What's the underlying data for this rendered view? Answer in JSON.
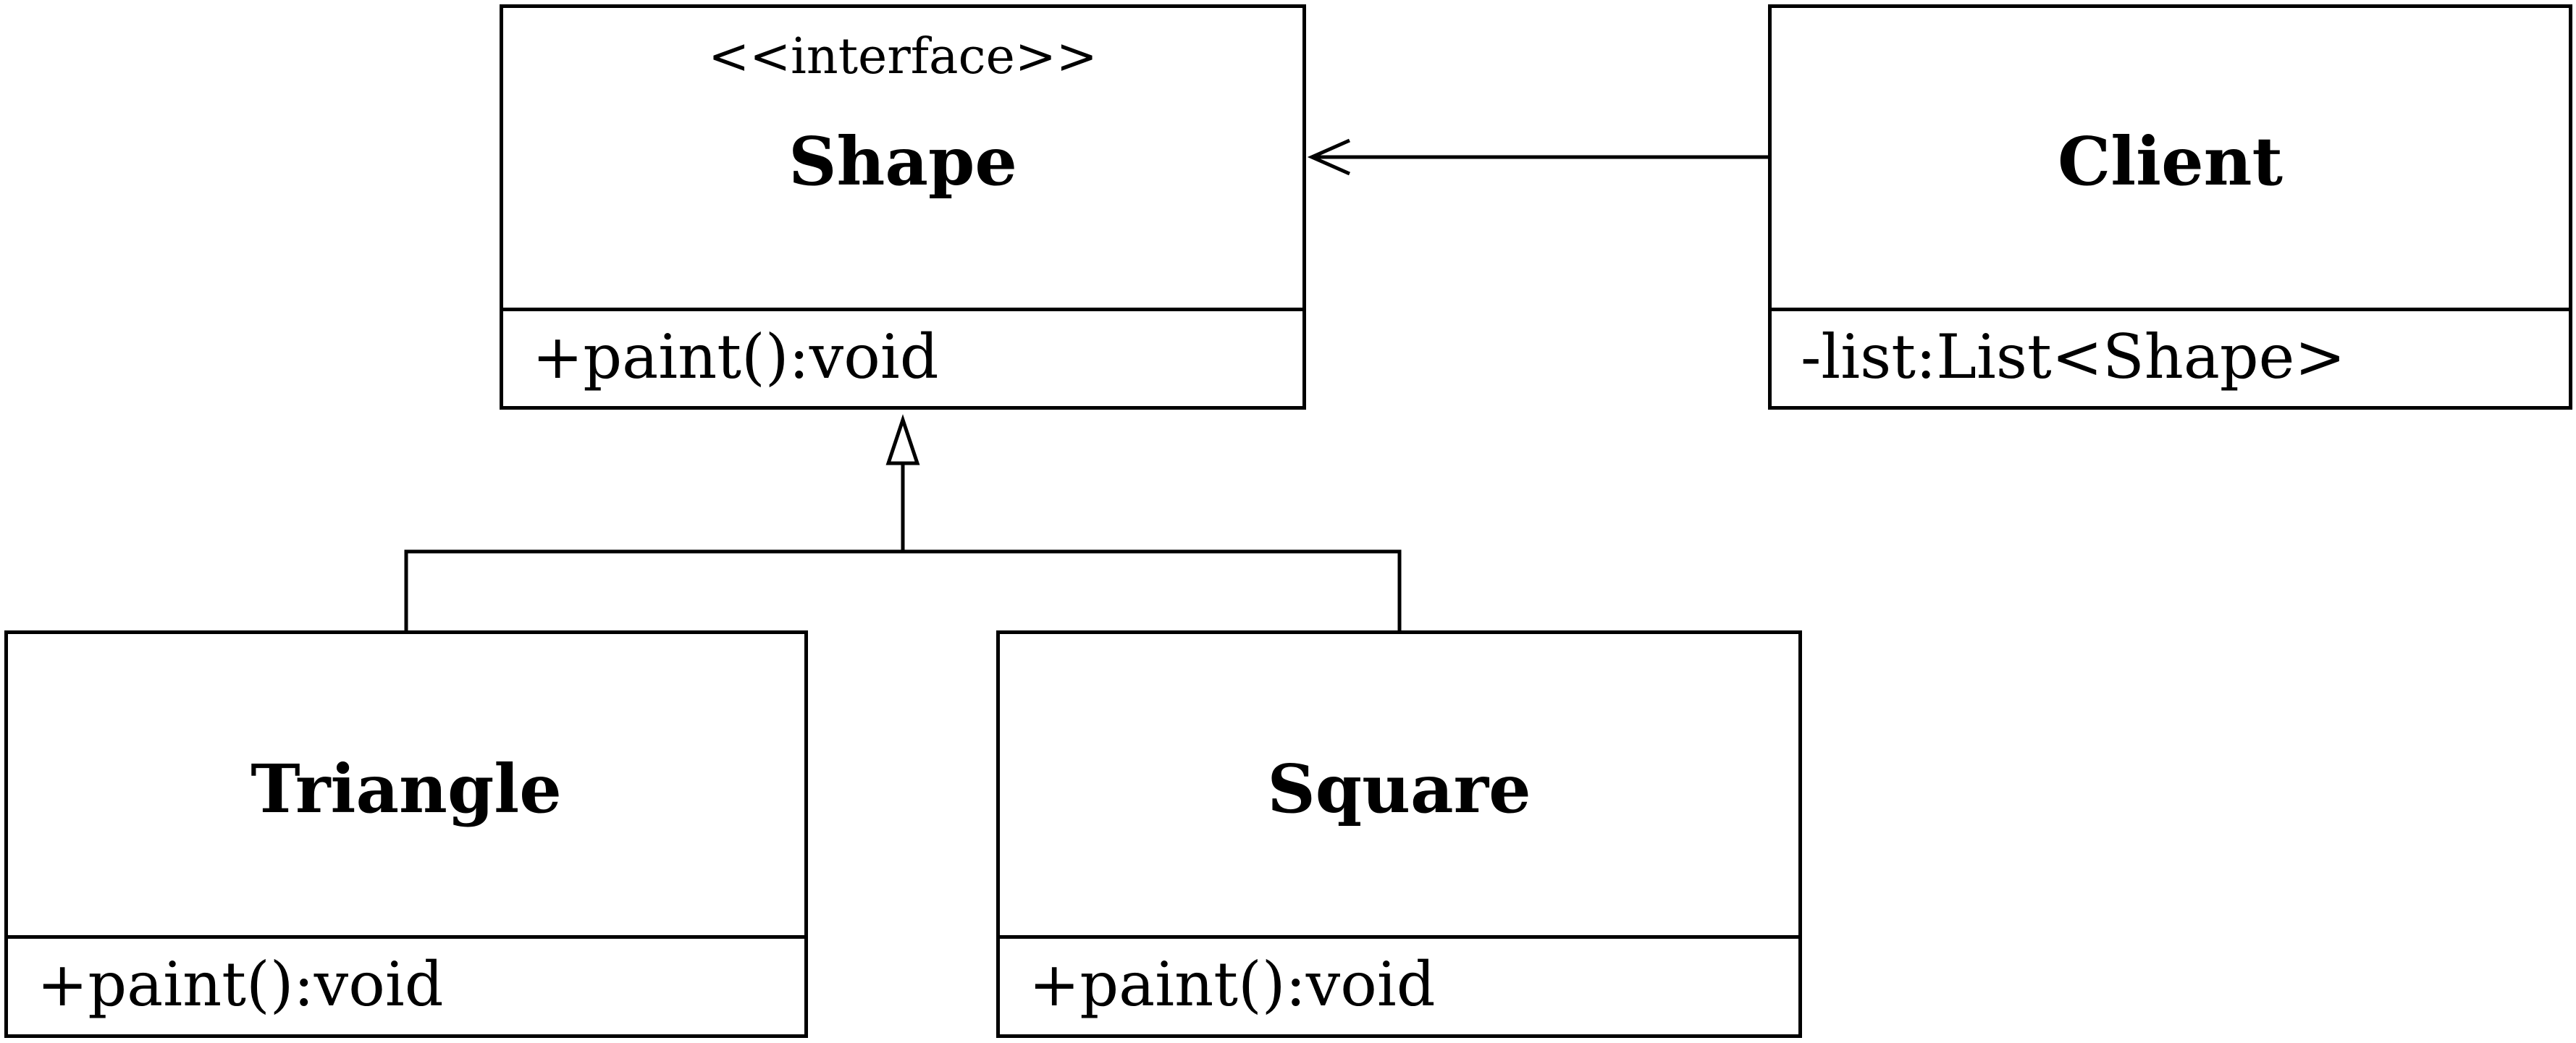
{
  "classes": {
    "shape": {
      "stereotype": "<<interface>>",
      "name": "Shape",
      "members": [
        "+paint():void"
      ]
    },
    "client": {
      "name": "Client",
      "members": [
        "-list:List<Shape>"
      ]
    },
    "triangle": {
      "name": "Triangle",
      "members": [
        "+paint():void"
      ]
    },
    "square": {
      "name": "Square",
      "members": [
        "+paint():void"
      ]
    }
  },
  "relationships": [
    {
      "type": "association",
      "from": "Client",
      "to": "Shape",
      "arrow": "open"
    },
    {
      "type": "realization",
      "from": "Triangle",
      "to": "Shape",
      "arrow": "hollow-triangle"
    },
    {
      "type": "realization",
      "from": "Square",
      "to": "Shape",
      "arrow": "hollow-triangle"
    }
  ],
  "colors": {
    "line": "#000000",
    "background": "#ffffff"
  }
}
